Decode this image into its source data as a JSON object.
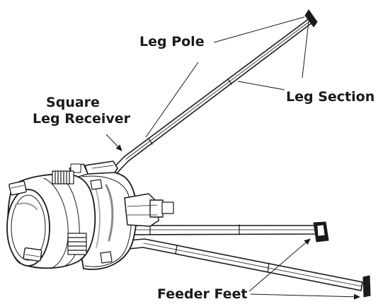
{
  "labels": {
    "leg_pole": "Leg Pole",
    "leg_section": "Leg Section",
    "square_leg_receiver_line1": "Square",
    "square_leg_receiver_line2": "Leg Receiver",
    "feeder_feet": "Feeder Feet"
  },
  "colors": {
    "line": "#1a1a1a",
    "fill": "#ffffff",
    "shade": "#cfcfcf",
    "text": "#1a1a1a"
  }
}
